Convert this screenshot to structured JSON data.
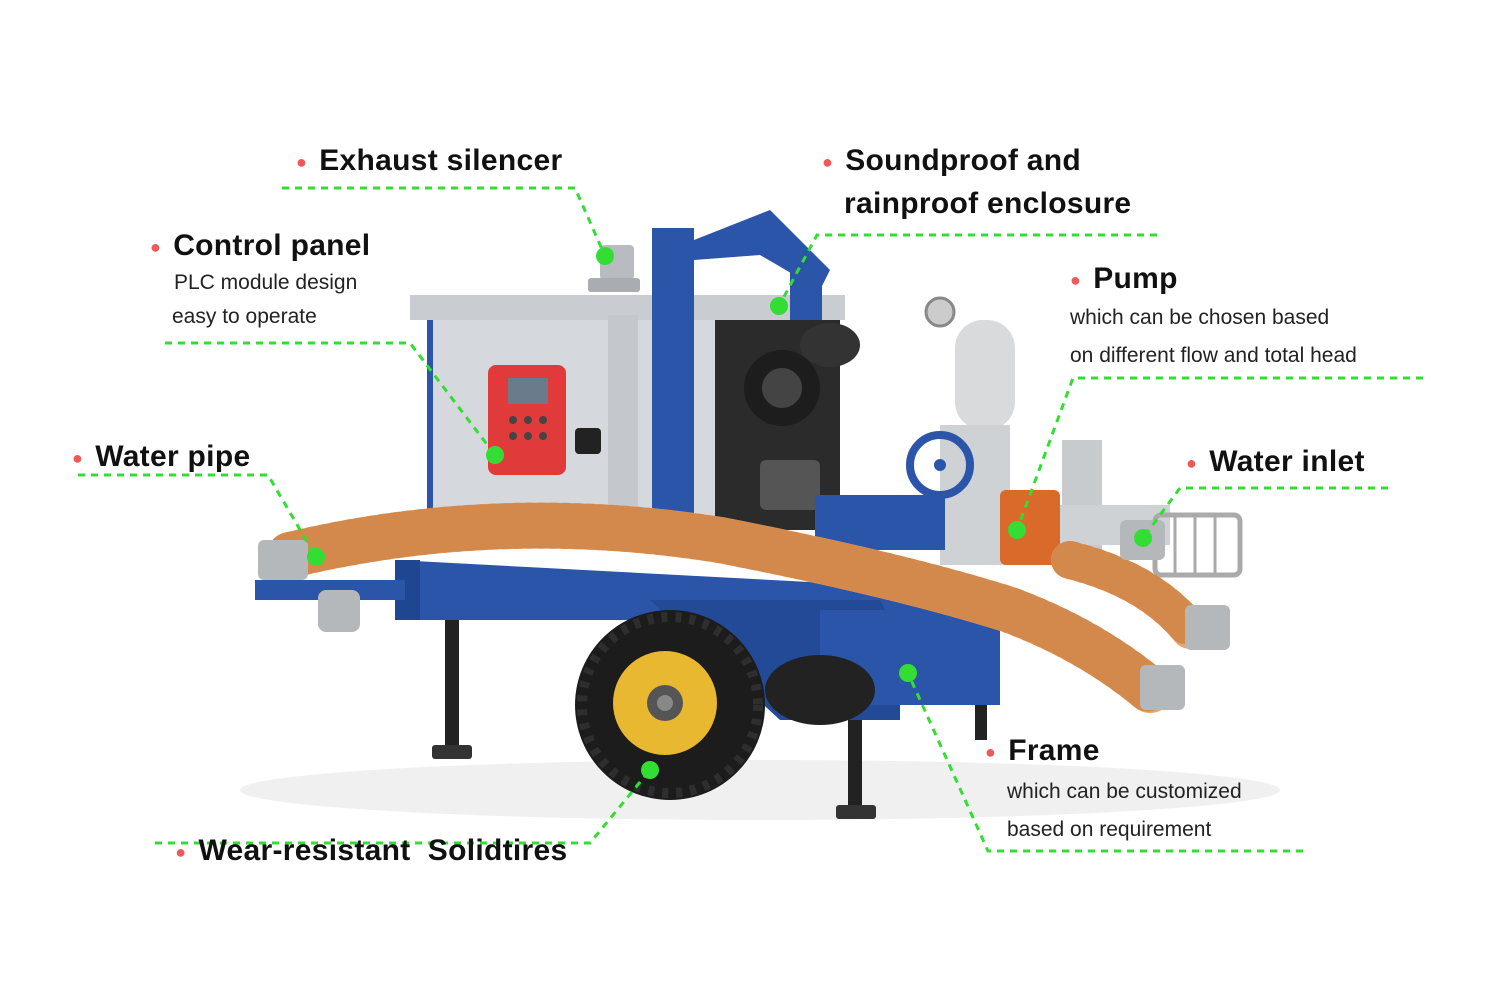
{
  "callouts": {
    "exhaust": {
      "title": "Exhaust silencer"
    },
    "enclosure": {
      "title_line1": "Soundproof and",
      "title_line2": "rainproof enclosure"
    },
    "control": {
      "title": "Control panel",
      "sub_line1": "PLC module design",
      "sub_line2": "easy to operate"
    },
    "pump": {
      "title": "Pump",
      "sub_line1": "which can be chosen based",
      "sub_line2": "on different flow and total head"
    },
    "water_pipe": {
      "title": "Water pipe"
    },
    "water_inlet": {
      "title": "Water inlet"
    },
    "frame": {
      "title": "Frame",
      "sub_line1": "which can be customized",
      "sub_line2": "based on requirement"
    },
    "tires": {
      "title": "Wear-resistant  Solidtires"
    }
  },
  "colors": {
    "bullet": "#ee5a5a",
    "leader_line": "#33dd33",
    "frame_blue": "#2a55a8",
    "enclosure_grey": "#d5d8dc",
    "hose_orange": "#e8a66a",
    "pump_orange": "#d96a2a",
    "wheel_yellow": "#e8b830"
  }
}
